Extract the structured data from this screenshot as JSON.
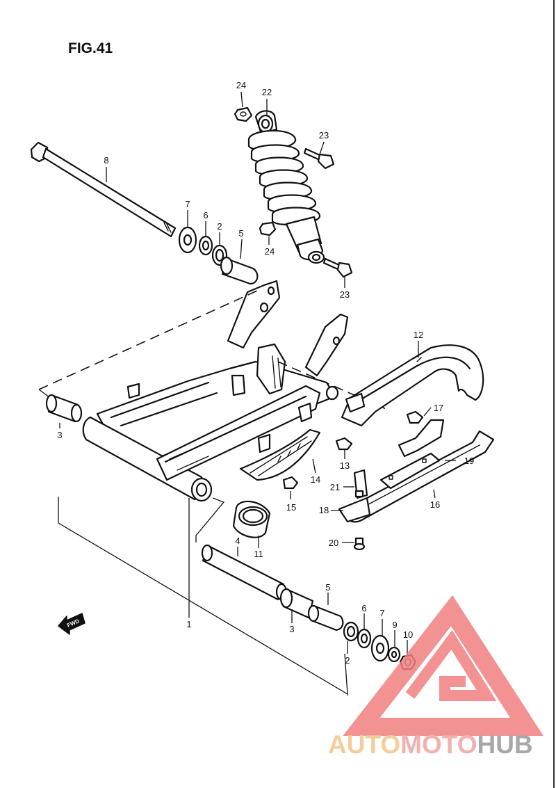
{
  "figure": {
    "title": "FIG.41"
  },
  "fwd_badge": {
    "label": "FWD"
  },
  "callouts": [
    {
      "id": "c24a",
      "label": "24"
    },
    {
      "id": "c22",
      "label": "22"
    },
    {
      "id": "c23a",
      "label": "23"
    },
    {
      "id": "c8",
      "label": "8"
    },
    {
      "id": "c7a",
      "label": "7"
    },
    {
      "id": "c6a",
      "label": "6"
    },
    {
      "id": "c2a",
      "label": "2"
    },
    {
      "id": "c5a",
      "label": "5"
    },
    {
      "id": "c24b",
      "label": "24"
    },
    {
      "id": "c23b",
      "label": "23"
    },
    {
      "id": "c12",
      "label": "12"
    },
    {
      "id": "c17",
      "label": "17"
    },
    {
      "id": "c19",
      "label": "19"
    },
    {
      "id": "c13",
      "label": "13"
    },
    {
      "id": "c14",
      "label": "14"
    },
    {
      "id": "c21",
      "label": "21"
    },
    {
      "id": "c16",
      "label": "16"
    },
    {
      "id": "c18",
      "label": "18"
    },
    {
      "id": "c15",
      "label": "15"
    },
    {
      "id": "c3a",
      "label": "3"
    },
    {
      "id": "c4",
      "label": "4"
    },
    {
      "id": "c11",
      "label": "11"
    },
    {
      "id": "c20",
      "label": "20"
    },
    {
      "id": "c1",
      "label": "1"
    },
    {
      "id": "c5b",
      "label": "5"
    },
    {
      "id": "c6b",
      "label": "6"
    },
    {
      "id": "c7b",
      "label": "7"
    },
    {
      "id": "c3b",
      "label": "3"
    },
    {
      "id": "c9",
      "label": "9"
    },
    {
      "id": "c10",
      "label": "10"
    },
    {
      "id": "c2b",
      "label": "2"
    }
  ],
  "watermark": {
    "text_part1": "AUTO",
    "text_part2": "MOTO",
    "text_part3": "HUB",
    "colors": {
      "auto": "#f5c48a",
      "moto": "#f2a3a0",
      "hub": "#9a9a9a",
      "logo": "#f08080"
    }
  }
}
